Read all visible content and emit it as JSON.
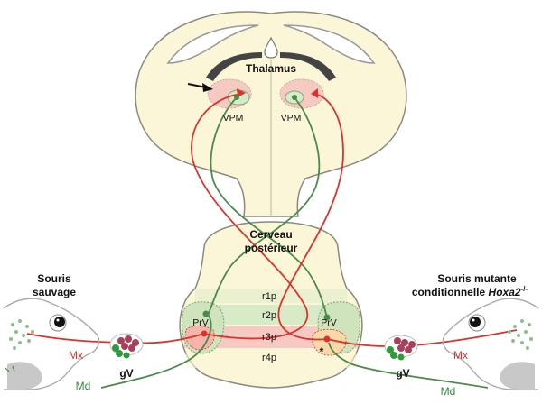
{
  "labels": {
    "thalamus": "Thalamus",
    "vpm_left": "VPM",
    "vpm_right": "VPM",
    "hindbrain_line1": "Cerveau",
    "hindbrain_line2": "postérieur",
    "r1p": "r1p",
    "r2p": "r2p",
    "r3p": "r3p",
    "r4p": "r4p",
    "prv_left": "PrV",
    "prv_right": "PrV",
    "wild_line1": "Souris",
    "wild_line2": "sauvage",
    "mutant_line1": "Souris mutante",
    "mutant_line2_prefix": "conditionnelle ",
    "mutant_gene": "Hoxa2",
    "mutant_sup": "-/-",
    "gv_left": "gV",
    "gv_right": "gV",
    "mx_left": "Mx",
    "mx_right": "Mx",
    "md_left": "Md",
    "md_right": "Md",
    "star": "*"
  },
  "colors": {
    "tissue": "#fbf6d8",
    "tissue_stroke": "#8a8a80",
    "pink_band": "#f7c9c3",
    "green_band": "#d8ebc9",
    "red_axon": "#d9342b",
    "green_axon": "#4a8a4a",
    "ventricle": "#9a9a9a",
    "bone": "#c8c8c8"
  }
}
